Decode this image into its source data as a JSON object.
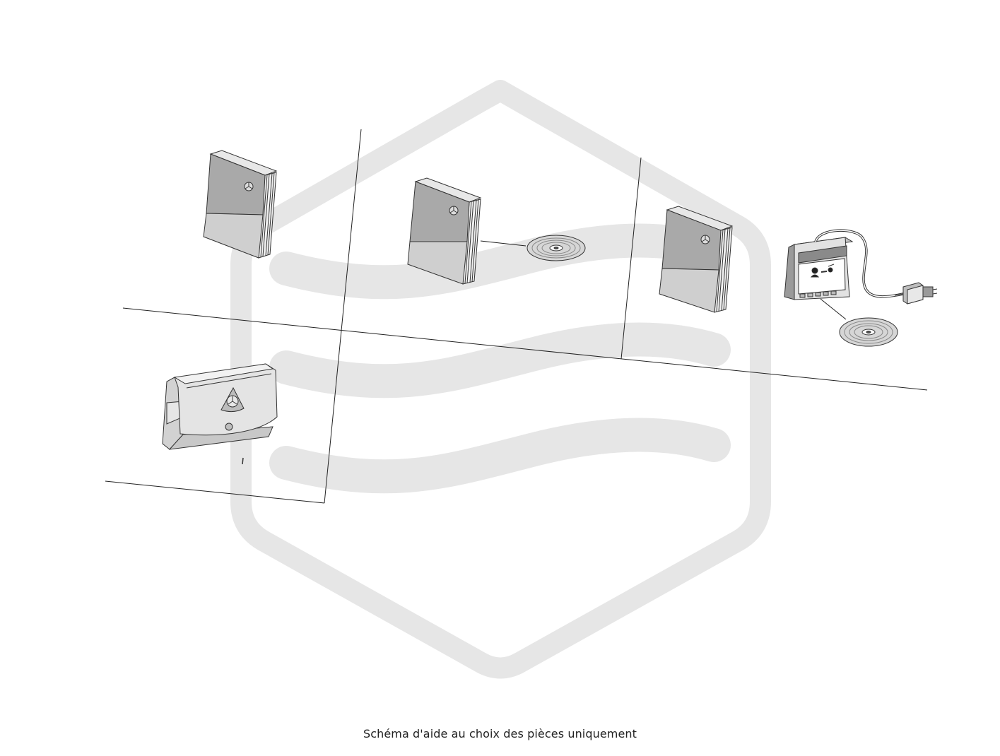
{
  "caption": "Schéma d'aide au choix des pièces uniquement",
  "colors": {
    "background": "#ffffff",
    "watermark": "#e6e6e6",
    "line": "#222222",
    "manual_dark": "#a9a9a9",
    "manual_light": "#cfcfcf",
    "case_fill": "#e2e2e2",
    "disc_fill": "#d6d6d6"
  },
  "watermark": {
    "icon": "hexagon-wave-logo-icon"
  },
  "items": [
    {
      "id": "manual-1",
      "icon": "owner-manual-book-icon"
    },
    {
      "id": "wallet-case",
      "icon": "document-wallet-icon"
    },
    {
      "id": "manual-2",
      "icon": "owner-manual-book-icon"
    },
    {
      "id": "cd-1",
      "icon": "cd-disc-icon"
    },
    {
      "id": "manual-3",
      "icon": "owner-manual-book-icon"
    },
    {
      "id": "navigation-device",
      "icon": "navigation-screen-device-icon"
    },
    {
      "id": "cd-2",
      "icon": "cd-disc-icon"
    },
    {
      "id": "power-adapter",
      "icon": "power-plug-icon"
    }
  ]
}
